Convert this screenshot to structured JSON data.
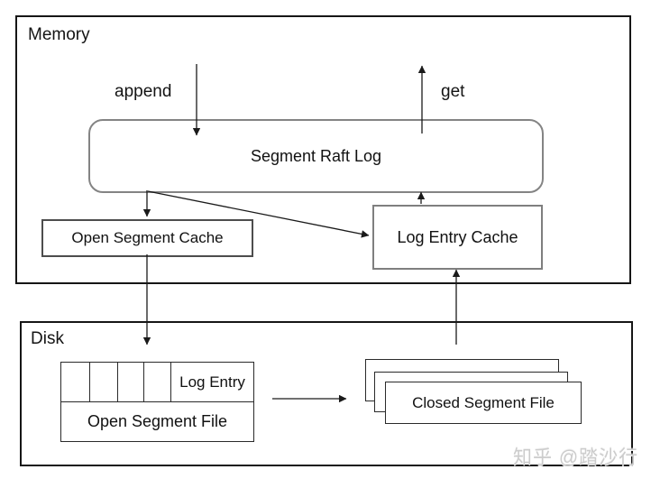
{
  "memory": {
    "label": "Memory",
    "segment_raft_log": "Segment Raft Log",
    "append_label": "append",
    "get_label": "get",
    "open_segment_cache": "Open Segment Cache",
    "log_entry_cache": "Log Entry Cache"
  },
  "disk": {
    "label": "Disk",
    "log_entry": "Log Entry",
    "open_segment_file": "Open Segment File",
    "closed_segment_file": "Closed Segment File"
  },
  "watermark": {
    "text": "知乎 @踏沙行"
  },
  "colors": {
    "line": "#1a1a1a",
    "region_border": "#161616",
    "rounded_box_border": "#848484",
    "dark_box_border": "#4d4d4d",
    "watermark_gray": "#cccccc",
    "background": "#ffffff"
  }
}
